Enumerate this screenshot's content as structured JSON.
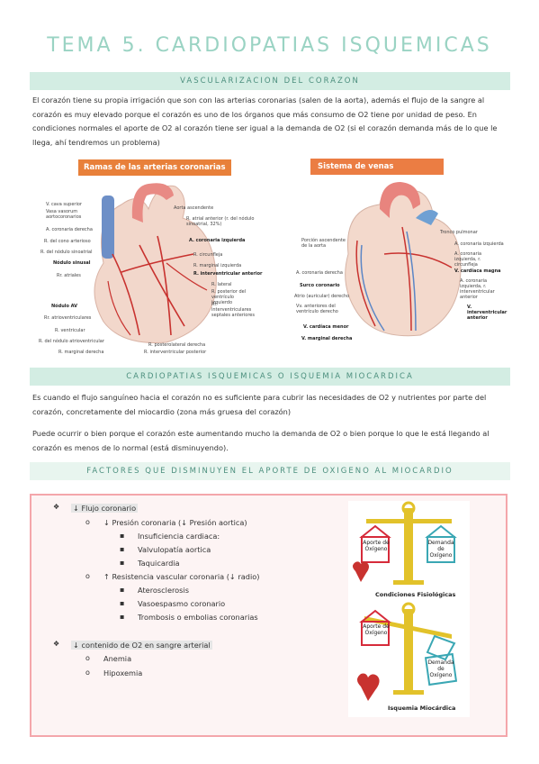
{
  "title": "TEMA 5. CARDIOPATIAS ISQUEMICAS",
  "section1": {
    "banner": "VASCULARIZACION DEL CORAZON",
    "paragraph": "El corazón tiene su propia irrigación que son con las arterias coronarias (salen de la aorta), además el flujo de la sangre al corazón es muy elevado porque el corazón es uno de los órganos que más consumo de O2 tiene por unidad de peso. En condiciones normales el aporte de O2 al corazón tiene ser igual a la demanda de O2 (si el corazón demanda más de lo que le llega, ahí tendremos un problema)",
    "fig1": {
      "title": "Ramas de las arterias coronarias",
      "labels_left": [
        "V. cava superior",
        "Vasa vasorum aortocoronarios",
        "A. coronaria derecha",
        "R. del cono arterioso",
        "R. del nódulo sinoatrial",
        "Nódulo sinusal",
        "Rr. atriales",
        "Nódulo AV",
        "Rr. atrioventriculares",
        "R. ventricular",
        "R. del nódulo atrioventricular",
        "R. marginal derecha"
      ],
      "labels_right": [
        "Aorta ascendente",
        "R. atrial anterior (r. del nódulo sinoatrial, 32%)",
        "A. coronaria izquierda",
        "R. circunfleja",
        "R. marginal izquierda",
        "R. interventricular anterior",
        "R. lateral",
        "R. posterior del ventrículo izquierdo",
        "Rr. interventriculares septales anteriores",
        "R. posterolateral derecha",
        "R. interventricular posterior"
      ]
    },
    "fig2": {
      "title": "Sistema de venas cardiacas",
      "labels_left": [
        "Porción ascendente de la aorta",
        "A. coronaria derecha",
        "Surco coronario",
        "Atrio (auricular) derecho",
        "Vv. anteriores del ventrículo derecho",
        "V. cardíaca menor",
        "V. marginal derecha"
      ],
      "labels_right": [
        "Tronco pulmonar",
        "A. coronaria izquierda",
        "A. coronaria izquierda, r. circunfleja",
        "V. cardíaca magna",
        "A. coronaria izquierda, r. interventricular anterior",
        "V. interventricular anterior"
      ]
    }
  },
  "section2": {
    "banner": "CARDIOPATIAS ISQUEMICAS O ISQUEMIA MIOCARDICA",
    "paragraph1": "Es cuando el flujo sanguíneo hacia el corazón no es suficiente para cubrir las necesidades de O2 y nutrientes por parte del corazón, concretamente del miocardio (zona más gruesa del corazón)",
    "paragraph2": "Puede ocurrir o bien porque el corazón este aumentando mucho la demanda de O2 o bien porque lo que le está llegando al corazón es menos de lo normal (está disminuyendo)."
  },
  "section3": {
    "banner": "FACTORES QUE DISMINUYEN EL APORTE DE OXIGENO AL MIOCARDIO",
    "items": {
      "l1a": "↓ Flujo coronario",
      "l2a": "↓ Presión coronaria (↓ Presión aortica)",
      "l3a": "Insuficiencia cardiaca:",
      "l3b": "Valvulopatía aortica",
      "l3c": "Taquicardia",
      "l2b": "↑ Resistencia vascular coronaria (↓ radio)",
      "l3d": "Aterosclerosis",
      "l3e": "Vasoespasmo coronario",
      "l3f": "Trombosis o embolias coronarias",
      "l1b": "↓ contenido de O2 en sangre arterial",
      "l2c": "Anemia",
      "l2d": "Hipoxemia"
    },
    "balance": {
      "top_left": "Aporte de Oxígeno",
      "top_right": "Demanda de Oxígeno",
      "caption1": "Condiciones Fisiológicas",
      "bottom_left": "Aporte de Oxígeno",
      "bottom_right": "Demanda de Oxígeno",
      "caption2": "Isquemia Miocárdica"
    }
  },
  "colors": {
    "mint": "#9ad3c3",
    "banner": "#d3ede3",
    "pink": "#f4a6ab",
    "red": "#d62b3a",
    "teal": "#3aa7b4",
    "scale": "#e2c22a"
  }
}
